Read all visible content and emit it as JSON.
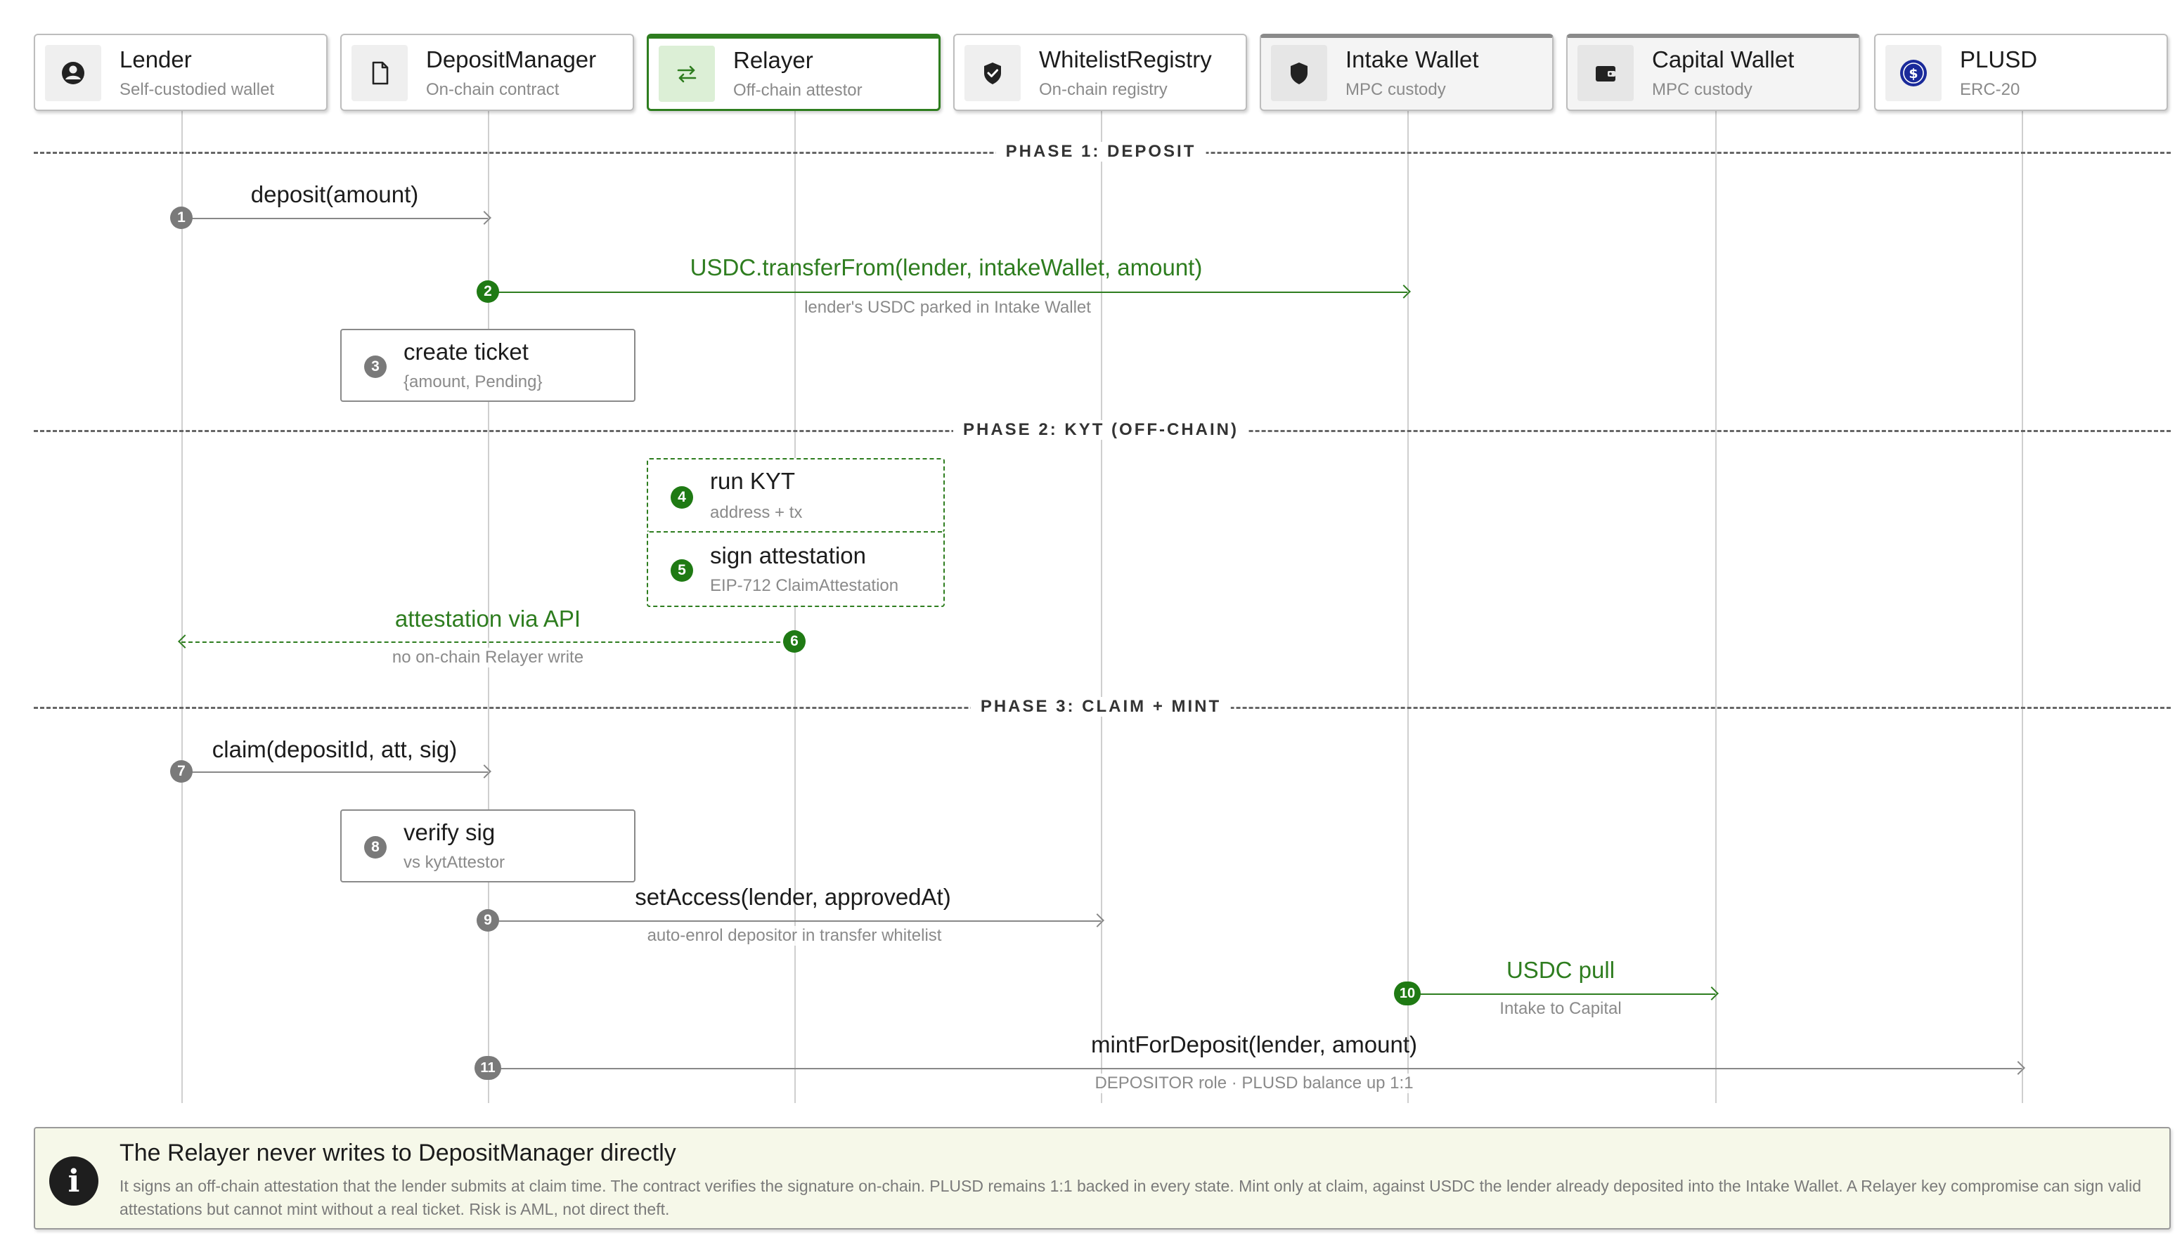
{
  "actors": [
    {
      "id": "lender",
      "title": "Lender",
      "subtitle": "Self-custodied wallet",
      "icon": "user-circle-icon"
    },
    {
      "id": "deposit-manager",
      "title": "DepositManager",
      "subtitle": "On-chain contract",
      "icon": "document-icon"
    },
    {
      "id": "relayer",
      "title": "Relayer",
      "subtitle": "Off-chain attestor",
      "icon": "swap-arrows-icon"
    },
    {
      "id": "whitelist-registry",
      "title": "WhitelistRegistry",
      "subtitle": "On-chain registry",
      "icon": "shield-check-icon"
    },
    {
      "id": "intake-wallet",
      "title": "Intake Wallet",
      "subtitle": "MPC custody",
      "icon": "shield-icon"
    },
    {
      "id": "capital-wallet",
      "title": "Capital Wallet",
      "subtitle": "MPC custody",
      "icon": "wallet-icon"
    },
    {
      "id": "plusd",
      "title": "PLUSD",
      "subtitle": "ERC-20",
      "icon": "dollar-coin-icon"
    }
  ],
  "phases": [
    {
      "label": "PHASE 1: DEPOSIT"
    },
    {
      "label": "PHASE 2: KYT (OFF-CHAIN)"
    },
    {
      "label": "PHASE 3: CLAIM + MINT"
    }
  ],
  "messages": [
    {
      "step": "1",
      "label": "deposit(amount)",
      "sublabel": ""
    },
    {
      "step": "2",
      "label": "USDC.transferFrom(lender, intakeWallet, amount)",
      "sublabel": "lender's USDC parked in Intake Wallet"
    },
    {
      "step": "6",
      "label": "attestation via API",
      "sublabel": "no on-chain Relayer write"
    },
    {
      "step": "7",
      "label": "claim(depositId, att, sig)",
      "sublabel": ""
    },
    {
      "step": "9",
      "label": "setAccess(lender, approvedAt)",
      "sublabel": "auto-enrol depositor in transfer whitelist"
    },
    {
      "step": "10",
      "label": "USDC pull",
      "sublabel": "Intake to Capital"
    },
    {
      "step": "11",
      "label": "mintForDeposit(lender, amount)",
      "sublabel": "DEPOSITOR role · PLUSD balance up 1:1"
    }
  ],
  "notes": [
    {
      "step": "3",
      "title": "create ticket",
      "subtitle": "{amount, Pending}"
    },
    {
      "step": "4",
      "title": "run KYT",
      "subtitle": "address + tx"
    },
    {
      "step": "5",
      "title": "sign attestation",
      "subtitle": "EIP-712 ClaimAttestation"
    },
    {
      "step": "8",
      "title": "verify sig",
      "subtitle": "vs kytAttestor"
    }
  ],
  "callout": {
    "icon": "info-icon",
    "title": "The Relayer never writes to DepositManager directly",
    "body": "It signs an off-chain attestation that the lender submits at claim time. The contract verifies the signature on-chain. PLUSD remains 1:1 backed in every state. Mint only at claim, against USDC the lender already deposited into the Intake Wallet. A Relayer key compromise can sign valid attestations but cannot mint without a real ticket. Risk is AML, not direct theft."
  },
  "colors": {
    "accent_green": "#2e7d1f",
    "badge_grey": "#7a7a7a",
    "callout_bg": "#f6f8e9",
    "plusd_blue": "#1a2a9a"
  }
}
